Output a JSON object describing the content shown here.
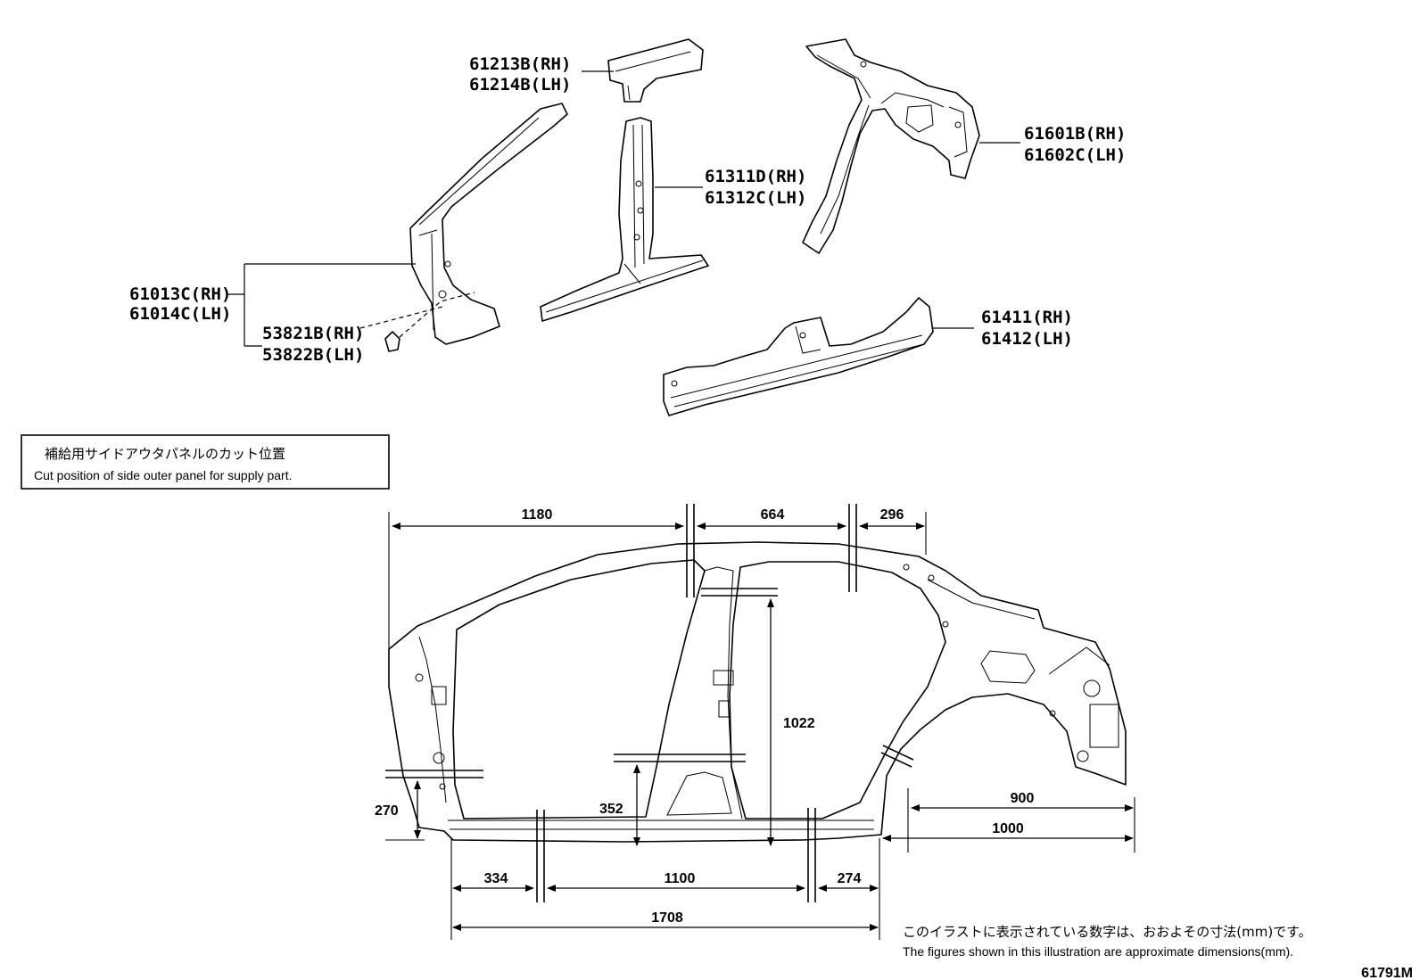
{
  "parts": [
    {
      "rh": "61213B(RH)",
      "lh": "61214B(LH)"
    },
    {
      "rh": "61311D(RH)",
      "lh": "61312C(LH)"
    },
    {
      "rh": "61601B(RH)",
      "lh": "61602C(LH)"
    },
    {
      "rh": "61013C(RH)",
      "lh": "61014C(LH)"
    },
    {
      "rh": "53821B(RH)",
      "lh": "53822B(LH)"
    },
    {
      "rh": "61411(RH)",
      "lh": "61412(LH)"
    }
  ],
  "cut_box": {
    "jp": "補給用サイドアウタパネルのカット位置",
    "en": "Cut position of side outer panel for supply part."
  },
  "dimensions": {
    "top_front": "1180",
    "top_mid": "664",
    "top_rear": "296",
    "b_pillar_upper": "1022",
    "b_pillar_lower": "352",
    "a_pillar_height": "270",
    "rear_900": "900",
    "rear_1000": "1000",
    "bottom_334": "334",
    "bottom_1100": "1100",
    "bottom_274": "274",
    "bottom_total": "1708"
  },
  "note": {
    "jp": "このイラストに表示されている数字は、おおよその寸法(mm)です。",
    "en": "The figures shown in this illustration are approximate dimensions(mm)."
  },
  "figure_code": "61791M"
}
